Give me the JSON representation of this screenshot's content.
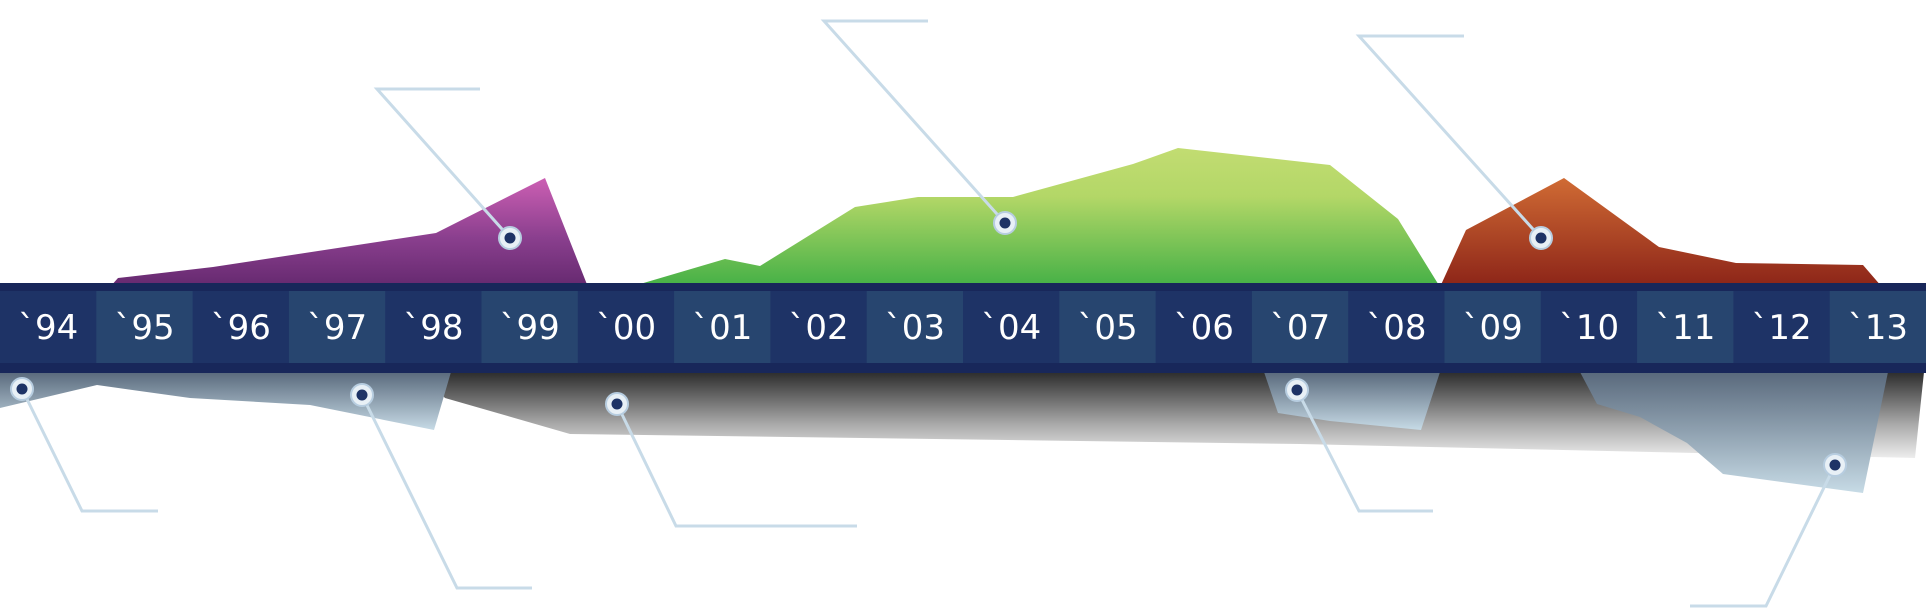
{
  "timeline": {
    "years": [
      "`94",
      "`95",
      "`96",
      "`97",
      "`98",
      "`99",
      "`00",
      "`01",
      "`02",
      "`03",
      "`04",
      "`05",
      "`06",
      "`07",
      "`08",
      "`09",
      "`10",
      "`11",
      "`12",
      "`13"
    ],
    "colors": {
      "bar": "#1e3366",
      "bar_alt": "#27456f",
      "bar_edge": "#152a57",
      "purple": "#8a3f8e",
      "green": "#5cb94a",
      "orange": "#b8512a",
      "reflection": "#bcc8d1",
      "leader_line": "#c8dbe8",
      "marker": "#1e3366"
    }
  }
}
